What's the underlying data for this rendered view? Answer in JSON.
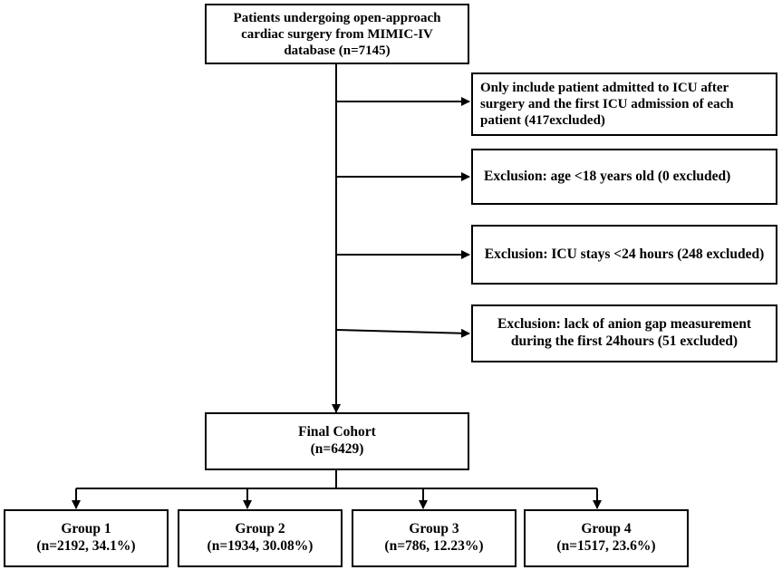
{
  "source_box": {
    "text": "Patients undergoing open-approach\ncardiac surgery from MIMIC-IV\ndatabase  (n=7145)"
  },
  "exclusions": [
    {
      "text": "Only include patient admitted to ICU after\nsurgery and the first ICU admission of each\npatient (417excluded)"
    },
    {
      "text": "Exclusion: age <18 years old (0 excluded)"
    },
    {
      "text": "Exclusion: ICU stays <24 hours (248 excluded)"
    },
    {
      "text": "Exclusion: lack of anion gap measurement\nduring the first 24hours (51 excluded)"
    }
  ],
  "final_cohort": {
    "title": "Final Cohort",
    "count": "(n=6429)"
  },
  "groups": [
    {
      "name": "Group 1",
      "count": "(n=2192, 34.1%)"
    },
    {
      "name": "Group 2",
      "count": "(n=1934, 30.08%)"
    },
    {
      "name": "Group 3",
      "count": "(n=786, 12.23%)"
    },
    {
      "name": "Group 4",
      "count": "(n=1517, 23.6%)"
    }
  ]
}
